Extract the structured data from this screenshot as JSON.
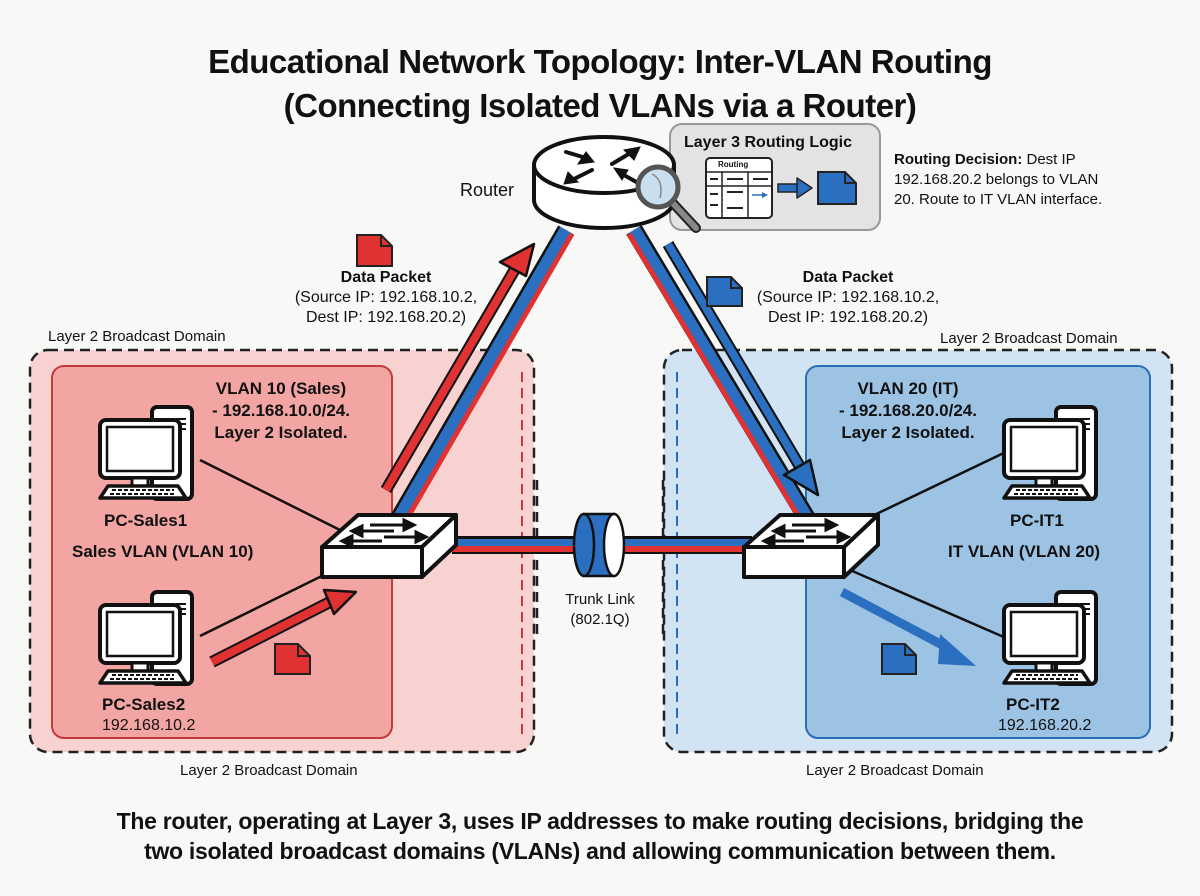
{
  "title": {
    "line1": "Educational Network Topology: Inter-VLAN Routing",
    "line2": "(Connecting Isolated VLANs via a Router)"
  },
  "router": {
    "label": "Router",
    "logic_box": {
      "title": "Layer 3 Routing Logic",
      "table_header": "Routing"
    },
    "decision": {
      "bold": "Routing Decision:",
      "text1": " Dest IP",
      "text2": "192.168.20.2 belongs to VLAN",
      "text3": "20. Route to IT VLAN interface."
    }
  },
  "packets": {
    "left": {
      "title": "Data Packet",
      "source": "(Source IP: 192.168.10.2,",
      "dest": "Dest IP: 192.168.20.2)"
    },
    "right": {
      "title": "Data Packet",
      "source": "(Source IP: 192.168.10.2,",
      "dest": "Dest IP: 192.168.20.2)"
    }
  },
  "left_domain": {
    "top_label": "Layer 2 Broadcast Domain",
    "bottom_label": "Layer 2 Broadcast Domain",
    "vlan_title": "VLAN 10 (Sales)",
    "vlan_subnet": "- 192.168.10.0/24.",
    "vlan_isolation": "Layer 2 Isolated.",
    "vlan_name": "Sales VLAN (VLAN 10)",
    "pcs": [
      {
        "name": "PC-Sales1",
        "ip": ""
      },
      {
        "name": "PC-Sales2",
        "ip": "192.168.10.2"
      }
    ],
    "color": "#e03030",
    "fill": "#f4a9a6"
  },
  "right_domain": {
    "top_label": "Layer 2 Broadcast Domain",
    "bottom_label": "Layer 2 Broadcast Domain",
    "vlan_title": "VLAN 20 (IT)",
    "vlan_subnet": "- 192.168.20.0/24.",
    "vlan_isolation": "Layer 2 Isolated.",
    "vlan_name": "IT VLAN (VLAN 20)",
    "pcs": [
      {
        "name": "PC-IT1",
        "ip": ""
      },
      {
        "name": "PC-IT2",
        "ip": "192.168.20.2"
      }
    ],
    "color": "#1f6fbf",
    "fill": "#9fc6e6"
  },
  "trunk": {
    "label": "Trunk Link",
    "protocol": "(802.1Q)"
  },
  "footer": {
    "line1": "The router, operating at Layer 3, uses IP addresses to make routing decisions, bridging the",
    "line2": "two isolated broadcast domains (VLANs) and allowing communication between them."
  }
}
